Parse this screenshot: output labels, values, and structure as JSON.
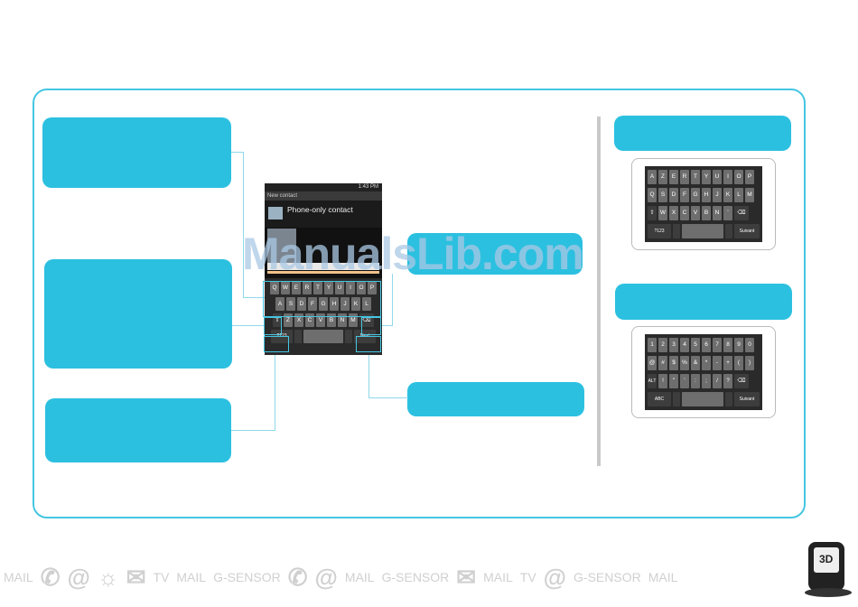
{
  "phone": {
    "status_time": "1:43 PM",
    "title": "New contact",
    "contact_name": "Phone-only contact"
  },
  "keyboard": {
    "row1": [
      "Q",
      "W",
      "E",
      "R",
      "T",
      "Y",
      "U",
      "I",
      "O",
      "P"
    ],
    "row2": [
      "A",
      "S",
      "D",
      "F",
      "G",
      "H",
      "J",
      "K",
      "L"
    ],
    "row3": [
      "⇧",
      "Z",
      "X",
      "C",
      "V",
      "B",
      "N",
      "M",
      "⌫"
    ],
    "mode_key": "?123",
    "next_key": "Next"
  },
  "azerty": {
    "row1": [
      "A",
      "Z",
      "E",
      "R",
      "T",
      "Y",
      "U",
      "I",
      "O",
      "P"
    ],
    "row2": [
      "Q",
      "S",
      "D",
      "F",
      "G",
      "H",
      "J",
      "K",
      "L",
      "M"
    ],
    "row3": [
      "⇧",
      "W",
      "X",
      "C",
      "V",
      "B",
      "N",
      "'",
      "⌫"
    ],
    "mode_key": "?123",
    "next_key": "Suivant"
  },
  "symbols": {
    "row1": [
      "1",
      "2",
      "3",
      "4",
      "5",
      "6",
      "7",
      "8",
      "9",
      "0"
    ],
    "row2": [
      "@",
      "#",
      "$",
      "%",
      "&",
      "*",
      "-",
      "+",
      "(",
      ")"
    ],
    "row3": [
      "ALT",
      "!",
      "\"",
      "'",
      ":",
      ";",
      "/",
      "?",
      "⌫"
    ],
    "mode_key": "ABC",
    "next_key": "Suivant"
  },
  "watermark": "ManualsLib.com",
  "footer": {
    "labels": [
      "MAIL",
      "TV",
      "MAIL",
      "G-SENSOR",
      "MAIL",
      "G-SENSOR",
      "MAIL",
      "TV",
      "G-SENSOR",
      "MAIL"
    ],
    "device_label": "3D"
  },
  "colors": {
    "accent": "#2cc0e0",
    "frame": "#45c6e2"
  }
}
